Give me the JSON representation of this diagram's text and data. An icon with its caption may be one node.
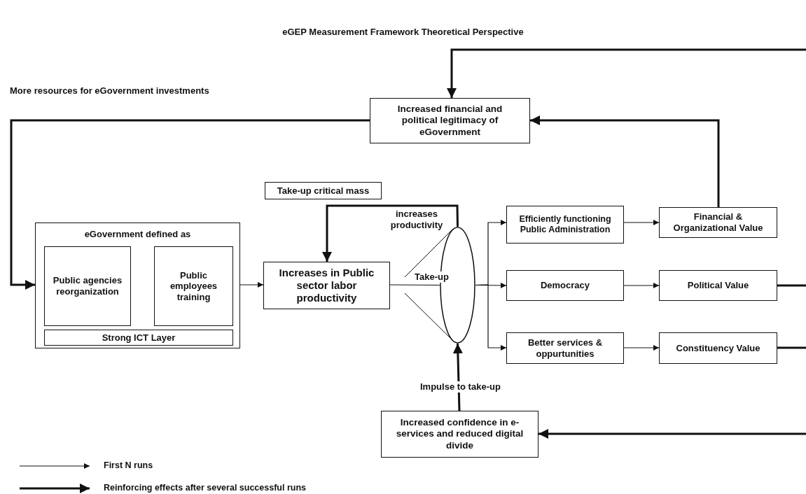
{
  "diagram": {
    "title": "eGEP Measurement Framework Theoretical Perspective",
    "nodes": [
      {
        "text": [
          "Increased financial and political legitimacy of eGovernment"
        ]
      },
      {
        "text": [
          "eGovernment defined as"
        ]
      },
      {
        "text": [
          "Public agencies reorganization"
        ],
        "in": 1
      },
      {
        "text": [
          "Public employees training"
        ],
        "in": 1
      },
      {
        "text": [
          "Strong ICT Layer"
        ],
        "in": 1
      },
      {
        "text": [
          "Take-up critical mass"
        ]
      },
      {
        "text": [
          "Increases in Public sector labor productivity"
        ]
      },
      {
        "text": [],
        "shape": "ellipse"
      },
      {
        "text": [
          "Efficiently functioning Public Administration"
        ]
      },
      {
        "text": [
          "Democracy"
        ]
      },
      {
        "text": [
          "Better services & oppurtunities"
        ]
      },
      {
        "text": [
          "Financial & Organizational Value"
        ]
      },
      {
        "text": [
          "Political Value"
        ]
      },
      {
        "text": [
          "Constituency Value"
        ]
      },
      {
        "text": [
          "Increased confidence in e-services and reduced digital divide"
        ]
      }
    ],
    "edges": [
      {
        "from": 0,
        "to": 1,
        "arrow": "to",
        "style": "thick",
        "label": "More resources for eGovernment investments"
      },
      {
        "from": 1,
        "to": 6,
        "arrow": "to"
      },
      {
        "from": 6,
        "to": 7,
        "arrow": "none",
        "label": "Take-up"
      },
      {
        "from": 7,
        "to": 8,
        "arrow": "to"
      },
      {
        "from": 7,
        "to": 9,
        "arrow": "to"
      },
      {
        "from": 7,
        "to": 10,
        "arrow": "to"
      },
      {
        "from": 8,
        "to": 11,
        "arrow": "to"
      },
      {
        "from": 9,
        "to": 12,
        "arrow": "to"
      },
      {
        "from": 10,
        "to": 13,
        "arrow": "to"
      },
      {
        "from": 7,
        "to": 6,
        "arrow": "to",
        "style": "thick",
        "label": "increases productivity"
      },
      {
        "from": 14,
        "to": 7,
        "arrow": "to",
        "style": "thick",
        "label": "Impulse to take-up"
      },
      {
        "from": 11,
        "to": 0,
        "arrow": "to",
        "style": "thick"
      },
      {
        "from": 12,
        "to": null,
        "arrow": "none",
        "style": "thick"
      },
      {
        "from": 13,
        "to": null,
        "arrow": "none",
        "style": "thick"
      },
      {
        "from": null,
        "to": 0,
        "arrow": "to",
        "style": "thick"
      },
      {
        "from": null,
        "to": 14,
        "arrow": "to",
        "style": "thick"
      }
    ],
    "legend": [
      {
        "text": "First N runs"
      },
      {
        "text": "Reinforcing effects after several successful runs"
      }
    ]
  }
}
